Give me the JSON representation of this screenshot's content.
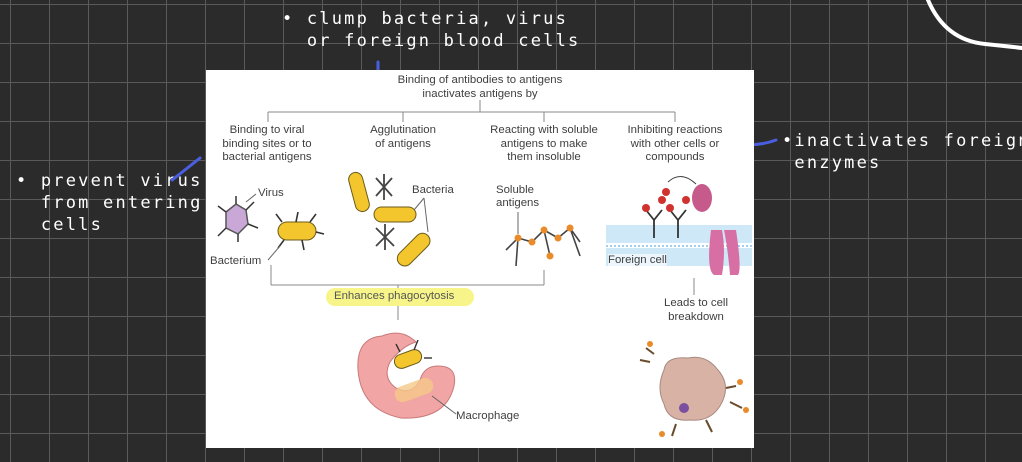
{
  "notes": {
    "top": "• clump bacteria, virus\n  or foreign blood cells",
    "left": "• prevent virus\n  from entering\n  cells",
    "right": "•inactivates foreign\n enzymes"
  },
  "diagram": {
    "title": "Binding of antibodies to antigens\ninactivates antigens by",
    "branches": [
      {
        "label": "Binding to viral\nbinding sites or to\nbacterial antigens"
      },
      {
        "label": "Agglutination\nof antigens"
      },
      {
        "label": "Reacting with soluble\nantigens to make\nthem insoluble"
      },
      {
        "label": "Inhibiting reactions\nwith other cells or\ncompounds"
      }
    ],
    "labels": {
      "virus": "Virus",
      "bacterium": "Bacterium",
      "bacteria": "Bacteria",
      "soluble_antigens": "Soluble\nantigens",
      "foreign_cell": "Foreign cell",
      "enhances": "Enhances phagocytosis",
      "leads_to": "Leads to cell\nbreakdown",
      "macrophage": "Macrophage"
    }
  },
  "colors": {
    "annotation_ink": "#ffffff",
    "annotation_pen": "#4a5fe0",
    "highlight": "#f7f589",
    "bacteria_yellow": "#f2c62c",
    "membrane_blue": "#9fd0ee",
    "macrophage_pink": "#f2a5a5"
  }
}
